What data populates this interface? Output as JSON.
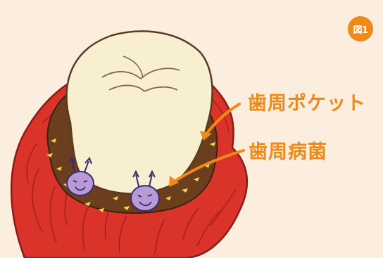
{
  "figure": {
    "badge_label": "図1",
    "labels": {
      "pocket": "歯周ポケット",
      "bacteria": "歯周病菌"
    }
  },
  "colors": {
    "background": "#fbeede",
    "gum": "#d9332a",
    "gum_dark": "#a51f1c",
    "tooth": "#f7efcf",
    "tooth_outline": "#5a3a20",
    "pocket": "#6b3e1e",
    "bacteria": "#b79ad6",
    "accent": "#ef8a1a",
    "plaque": "#f2d94a"
  },
  "icons": {
    "bacteria": "bacteria-icon",
    "arrow": "curved-arrow-icon"
  }
}
